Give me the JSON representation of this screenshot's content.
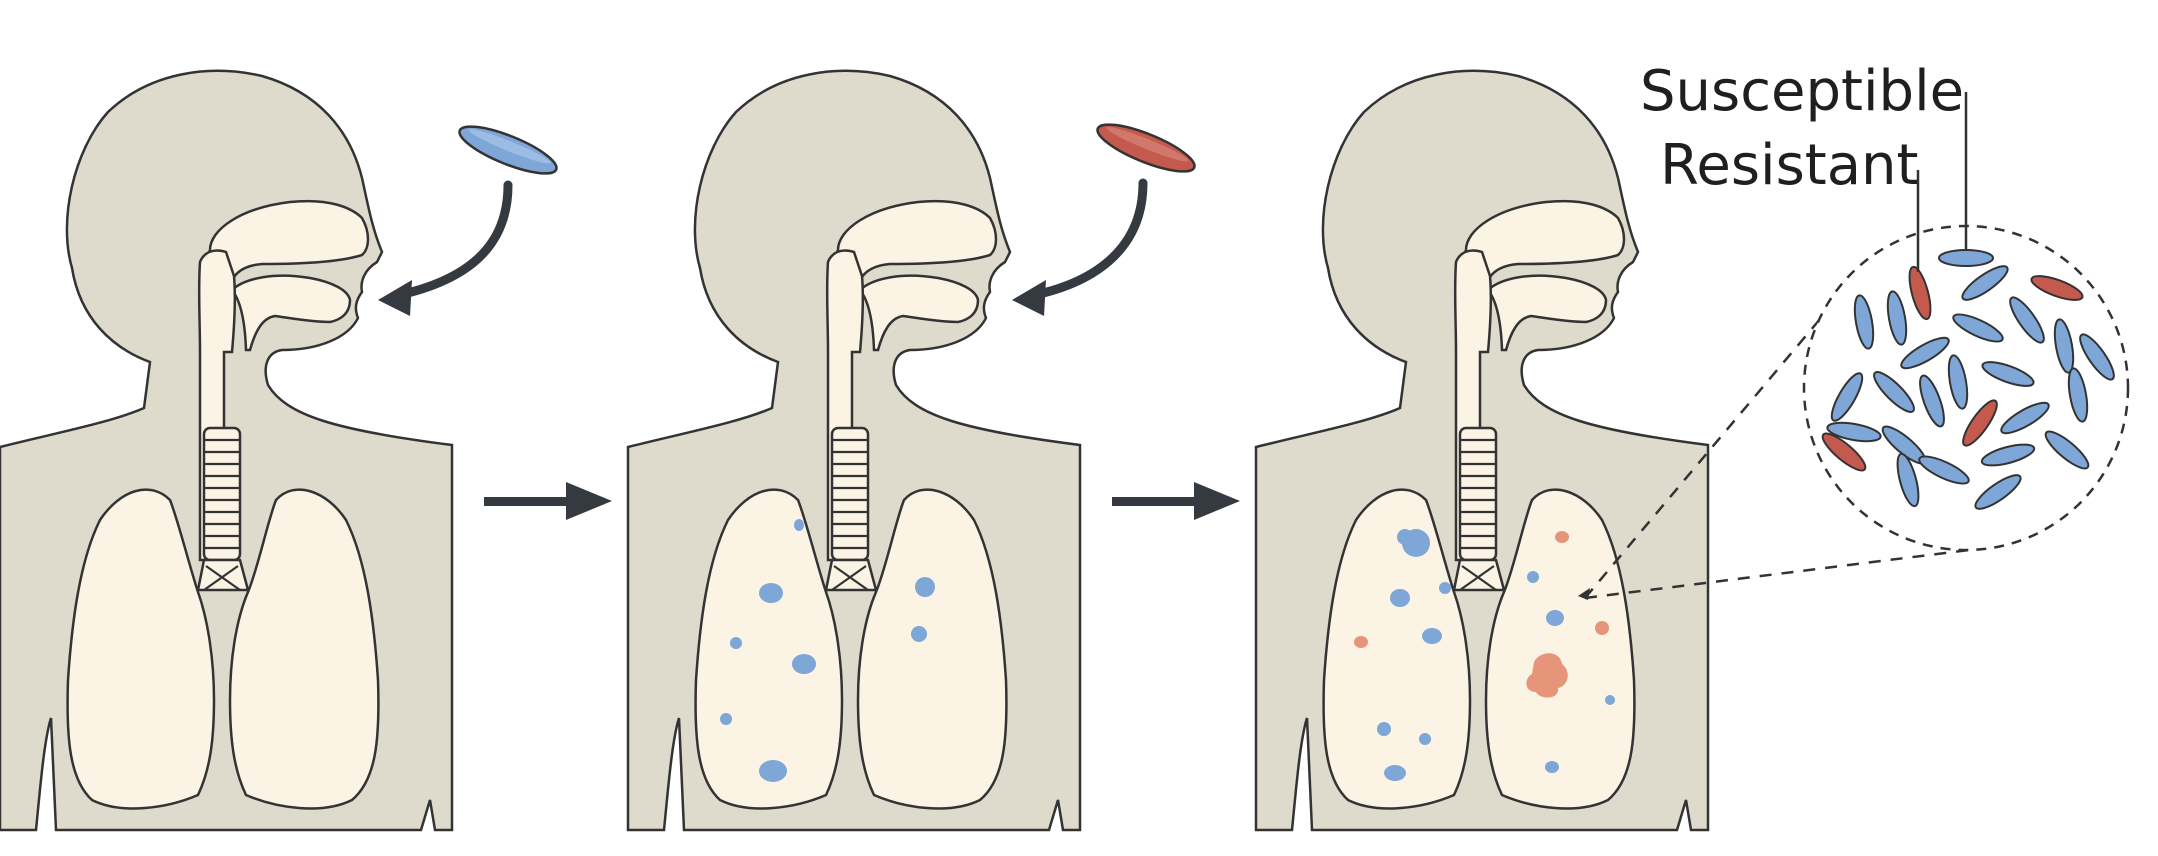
{
  "labels": {
    "susceptible": "Susceptible",
    "resistant": "Resistant"
  },
  "colors": {
    "susceptible": "#7ea6d6",
    "resistant": "#c45a4e",
    "resistant_lesion": "#e6947a",
    "body": "#dedbcd",
    "lung": "#fbf3e4",
    "arrow": "#343a40"
  },
  "panels": [
    {
      "name": "panel-1",
      "inhaled_bacterium": "susceptible",
      "lesions": "none"
    },
    {
      "name": "panel-2",
      "inhaled_bacterium": "resistant",
      "lesions": "susceptible"
    },
    {
      "name": "panel-3",
      "inhaled_bacterium": "none",
      "lesions": "susceptible and resistant"
    }
  ],
  "icons": [
    "right-arrow-icon",
    "curved-arrow-icon",
    "bacterium-icon",
    "magnifier-circle-icon"
  ]
}
